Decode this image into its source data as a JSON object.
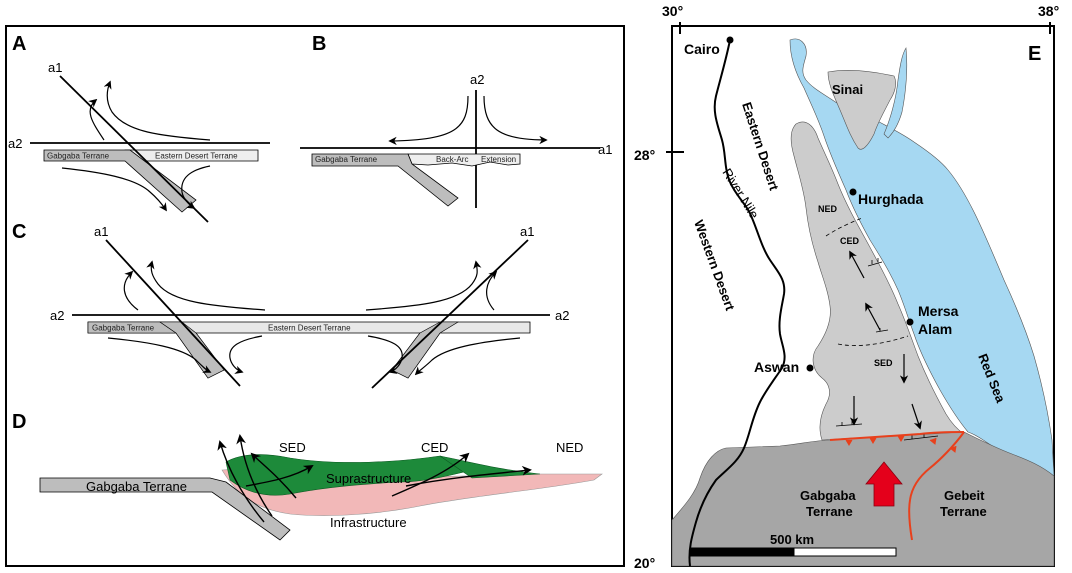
{
  "left_panel": {
    "A": {
      "letter": "A",
      "a1": "a1",
      "a2": "a2",
      "terrane_west": "Gabgaba Terrane",
      "terrane_east": "Eastern Desert Terrane"
    },
    "B": {
      "letter": "B",
      "a1": "a1",
      "a2": "a2",
      "terrane_west": "Gabgaba Terrane",
      "backarc": "Back-Arc",
      "extension": "Extension"
    },
    "C": {
      "letter": "C",
      "a1_left": "a1",
      "a1_right": "a1",
      "a2_left": "a2",
      "a2_right": "a2",
      "terrane_west": "Gabgaba Terrane",
      "terrane_east": "Eastern Desert Terrane"
    },
    "D": {
      "letter": "D",
      "sed": "SED",
      "ced": "CED",
      "ned": "NED",
      "terrane": "Gabgaba Terrane",
      "suprastructure": "Suprastructure",
      "infrastructure": "Infrastructure"
    }
  },
  "map": {
    "letter": "E",
    "lon_west": "30°",
    "lon_east": "38°",
    "lat_north": "28°",
    "lat_south": "20°",
    "cities": {
      "cairo": "Cairo",
      "hurghada": "Hurghada",
      "mersa": "Mersa",
      "alam": "Alam",
      "aswan": "Aswan"
    },
    "regions": {
      "sinai": "Sinai",
      "eastern_desert": "Eastern Desert",
      "western_desert": "Western Desert",
      "river_nile": "River Nile",
      "red_sea": "Red Sea",
      "ned": "NED",
      "ced": "CED",
      "sed": "SED",
      "gabgaba_1": "Gabgaba",
      "gabgaba_2": "Terrane",
      "gebeit_1": "Gebeit",
      "gebeit_2": "Terrane"
    },
    "scale": "500 km",
    "colors": {
      "sea": "#a6d8f2",
      "land_gray": "#cccccc",
      "terrane_gray": "#a6a6a6",
      "suture": "#e8401c",
      "arrow": "#e4001b"
    }
  },
  "colors": {
    "green": "#1d8a3a",
    "pink": "#f2b8b8",
    "gabgaba_slab": "#bdbdbd",
    "eastern_slab": "#e8e8e8"
  }
}
